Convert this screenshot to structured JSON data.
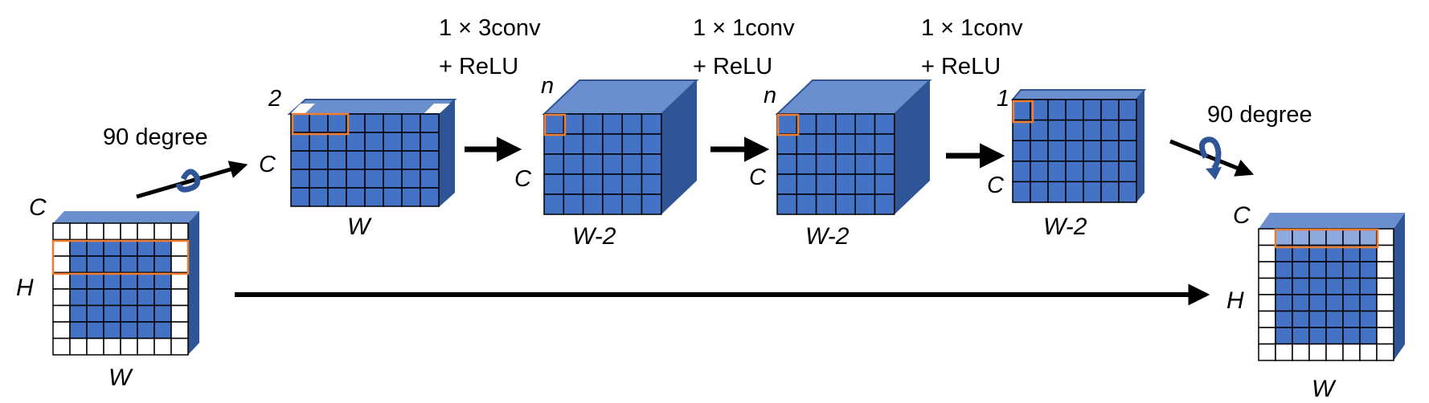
{
  "colors": {
    "cube_front": "#4472c4",
    "cube_top": "#6b8fce",
    "cube_side": "#2f5597",
    "cube_edge": "#2f5597",
    "grid_line": "#000000",
    "highlight": "#ed7d31",
    "highlight_fill": "#8faadc",
    "white_cell": "#ffffff",
    "arrow": "#000000",
    "rotate_icon": "#2f5597"
  },
  "input_block": {
    "label_c": "C",
    "label_h": "H",
    "label_w": "W"
  },
  "rotation_in": {
    "label": "90 degree",
    "icon": "rotate-arrow-icon"
  },
  "stage1": {
    "label_depth": "2",
    "label_c": "C",
    "label_w": "W"
  },
  "op1": {
    "line1": "1 × 3conv",
    "line2": "+ ReLU"
  },
  "stage2": {
    "label_depth": "n",
    "label_c": "C",
    "label_w": "W-2"
  },
  "op2": {
    "line1": "1 × 1conv",
    "line2": "+ ReLU"
  },
  "stage3": {
    "label_depth": "n",
    "label_c": "C",
    "label_w": "W-2"
  },
  "op3": {
    "line1": "1 × 1conv",
    "line2": "+ ReLU"
  },
  "stage4": {
    "label_depth": "1",
    "label_c": "C",
    "label_w": "W-2"
  },
  "rotation_out": {
    "label": "90 degree",
    "icon": "rotate-arrow-icon"
  },
  "output_block": {
    "label_c": "C",
    "label_h": "H",
    "label_w": "W"
  }
}
